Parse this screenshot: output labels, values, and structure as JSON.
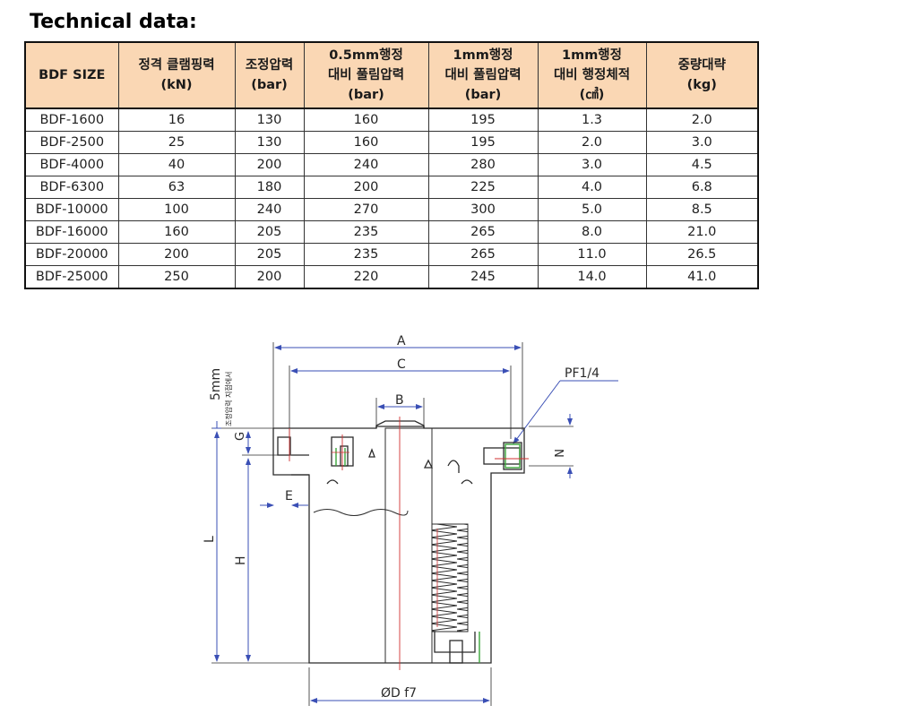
{
  "title": "Technical data:",
  "table": {
    "headers": [
      [
        "BDF SIZE"
      ],
      [
        "정격 클램핑력",
        "(kN)"
      ],
      [
        "조정압력",
        "(bar)"
      ],
      [
        "0.5mm행정",
        "대비 풀림압력",
        "(bar)"
      ],
      [
        "1mm행정",
        "대비 풀림압력",
        "(bar)"
      ],
      [
        "1mm행정",
        "대비 행정체적",
        "(㎤)"
      ],
      [
        "중량대략",
        "(kg)"
      ]
    ],
    "rows": [
      [
        "BDF-1600",
        "16",
        "130",
        "160",
        "195",
        "1.3",
        "2.0"
      ],
      [
        "BDF-2500",
        "25",
        "130",
        "160",
        "195",
        "2.0",
        "3.0"
      ],
      [
        "BDF-4000",
        "40",
        "200",
        "240",
        "280",
        "3.0",
        "4.5"
      ],
      [
        "BDF-6300",
        "63",
        "180",
        "200",
        "225",
        "4.0",
        "6.8"
      ],
      [
        "BDF-10000",
        "100",
        "240",
        "270",
        "300",
        "5.0",
        "8.5"
      ],
      [
        "BDF-16000",
        "160",
        "205",
        "235",
        "265",
        "8.0",
        "21.0"
      ],
      [
        "BDF-20000",
        "200",
        "205",
        "235",
        "265",
        "11.0",
        "26.5"
      ],
      [
        "BDF-25000",
        "250",
        "200",
        "220",
        "245",
        "14.0",
        "41.0"
      ]
    ]
  },
  "drawing": {
    "dim_a": "A",
    "dim_b": "B",
    "dim_c": "C",
    "dim_d": "ØD f7",
    "dim_e": "E",
    "dim_g": "G",
    "dim_h": "H",
    "dim_l": "L",
    "dim_n": "N",
    "port": "PF1/4",
    "stroke_note": "5mm",
    "stroke_note_sub": "조정압력 지점에서",
    "colors": {
      "outline": "#2b2b2b",
      "dimension": "#3a4fb5",
      "centerline": "#d03030",
      "accent": "#3aa63a"
    }
  }
}
